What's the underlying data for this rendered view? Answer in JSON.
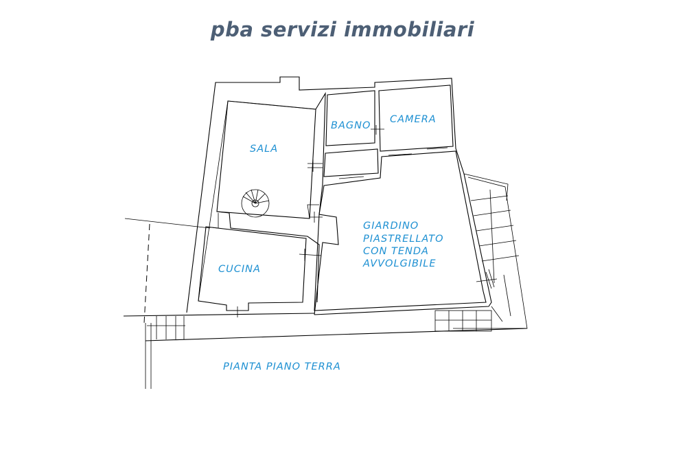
{
  "brand": {
    "name": "pba servizi immobiliari",
    "color": "#4d5f75"
  },
  "label_color": "#1e90d2",
  "rooms": {
    "sala": "SALA",
    "bagno": "BAGNO",
    "camera": "CAMERA",
    "cucina": "CUCINA",
    "giardino": [
      "GIARDINO",
      "PIASTRELLATO",
      "CON TENDA",
      "AVVOLGIBILE"
    ]
  },
  "plan_title": "PIANTA PIANO TERRA"
}
